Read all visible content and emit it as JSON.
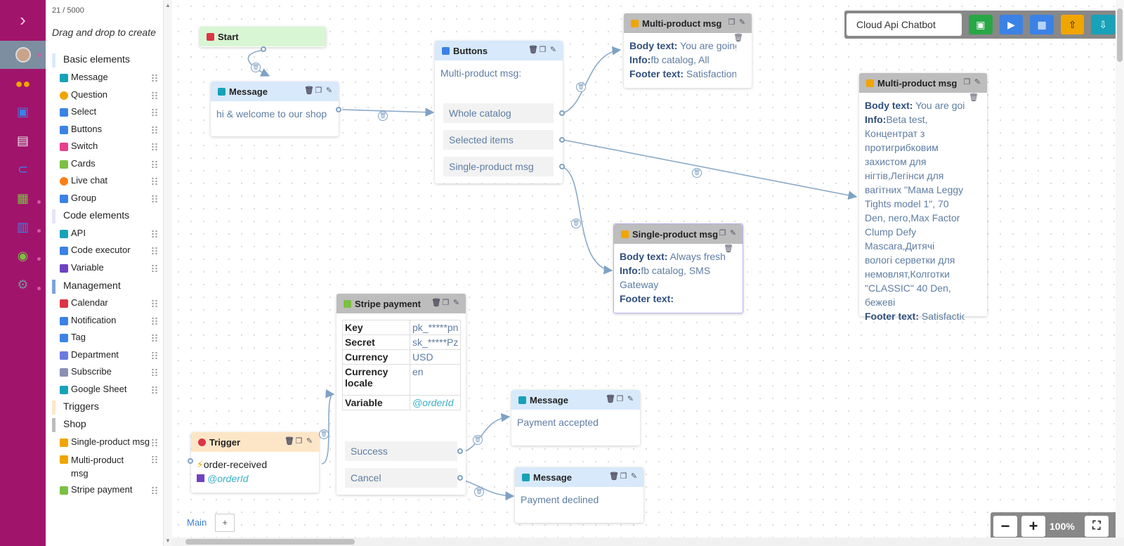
{
  "palette": {
    "count": "21 / 5000",
    "hint": "Drag and drop to create",
    "groups": {
      "basic": "Basic elements",
      "code": "Code elements",
      "management": "Management",
      "triggers": "Triggers",
      "shop": "Shop"
    },
    "items": {
      "message": "Message",
      "question": "Question",
      "select": "Select",
      "buttons": "Buttons",
      "switch": "Switch",
      "cards": "Cards",
      "livechat": "Live chat",
      "group": "Group",
      "api": "API",
      "code_executor": "Code executor",
      "variable": "Variable",
      "calendar": "Calendar",
      "notification": "Notification",
      "tag": "Tag",
      "department": "Department",
      "subscribe": "Subscribe",
      "google_sheet": "Google Sheet",
      "single_product": "Single-product msg",
      "multi_product": "Multi-product msg",
      "stripe_payment": "Stripe payment"
    }
  },
  "toolbar": {
    "bot_name": "Cloud Api Chatbot",
    "icons": [
      "save-icon",
      "play-icon",
      "table-icon",
      "upload-icon",
      "download-icon"
    ],
    "colors": [
      "#28a745",
      "#3b82e6",
      "#3b82e6",
      "#f0a500",
      "#17a2b8"
    ]
  },
  "nodes": {
    "start": {
      "title": "Start"
    },
    "message1": {
      "title": "Message",
      "text": "hi & welcome to our shop"
    },
    "buttons": {
      "title": "Buttons",
      "text": "Multi-product msg:",
      "options": [
        "Whole catalog",
        "Selected items",
        "Single-product msg"
      ]
    },
    "multi1": {
      "title": "Multi-product msg",
      "body_label": "Body text:",
      "body": "You are going",
      "info_label": "Info:",
      "info": "fb catalog, All",
      "footer_label": "Footer text:",
      "footer": "Satisfaction g"
    },
    "multi2": {
      "title": "Multi-product msg",
      "body_label": "Body text:",
      "body": "You are going t",
      "info_label": "Info:",
      "info": "Beta test, Концентрат з протигрибковим захистом для нігтів,Легінси для вагітних \"Мама Leggy Tights model 1\", 70 Den, nero,Max Factor Clump Defy Mascara,Дитячі вологі серветки для немовлят,Колготки \"CLASSIC\" 40 Den, бежеві",
      "footer_label": "Footer text:",
      "footer": "Satisfaction g"
    },
    "single": {
      "title": "Single-product msg",
      "body_label": "Body text:",
      "body": "Always fresh",
      "info_label": "Info:",
      "info": "fb catalog, SMS Gateway",
      "footer_label": "Footer text:",
      "footer": ""
    },
    "stripe": {
      "title": "Stripe payment",
      "rows": [
        {
          "k": "Key",
          "v": "pk_*****pn"
        },
        {
          "k": "Secret",
          "v": "sk_*****Pz"
        },
        {
          "k": "Currency",
          "v": "USD"
        },
        {
          "k": "Currency locale",
          "v": "en"
        },
        {
          "k": "Variable",
          "v": "@orderId"
        }
      ],
      "options": [
        "Success",
        "Cancel"
      ]
    },
    "trigger": {
      "title": "Trigger",
      "event": "order-received",
      "variable": "@orderId"
    },
    "message2": {
      "title": "Message",
      "text": "Payment accepted"
    },
    "message3": {
      "title": "Message",
      "text": "Payment declined"
    }
  },
  "tabs": {
    "main": "Main",
    "add": "+"
  },
  "zoom": {
    "minus": "−",
    "plus": "+",
    "level": "100%"
  }
}
